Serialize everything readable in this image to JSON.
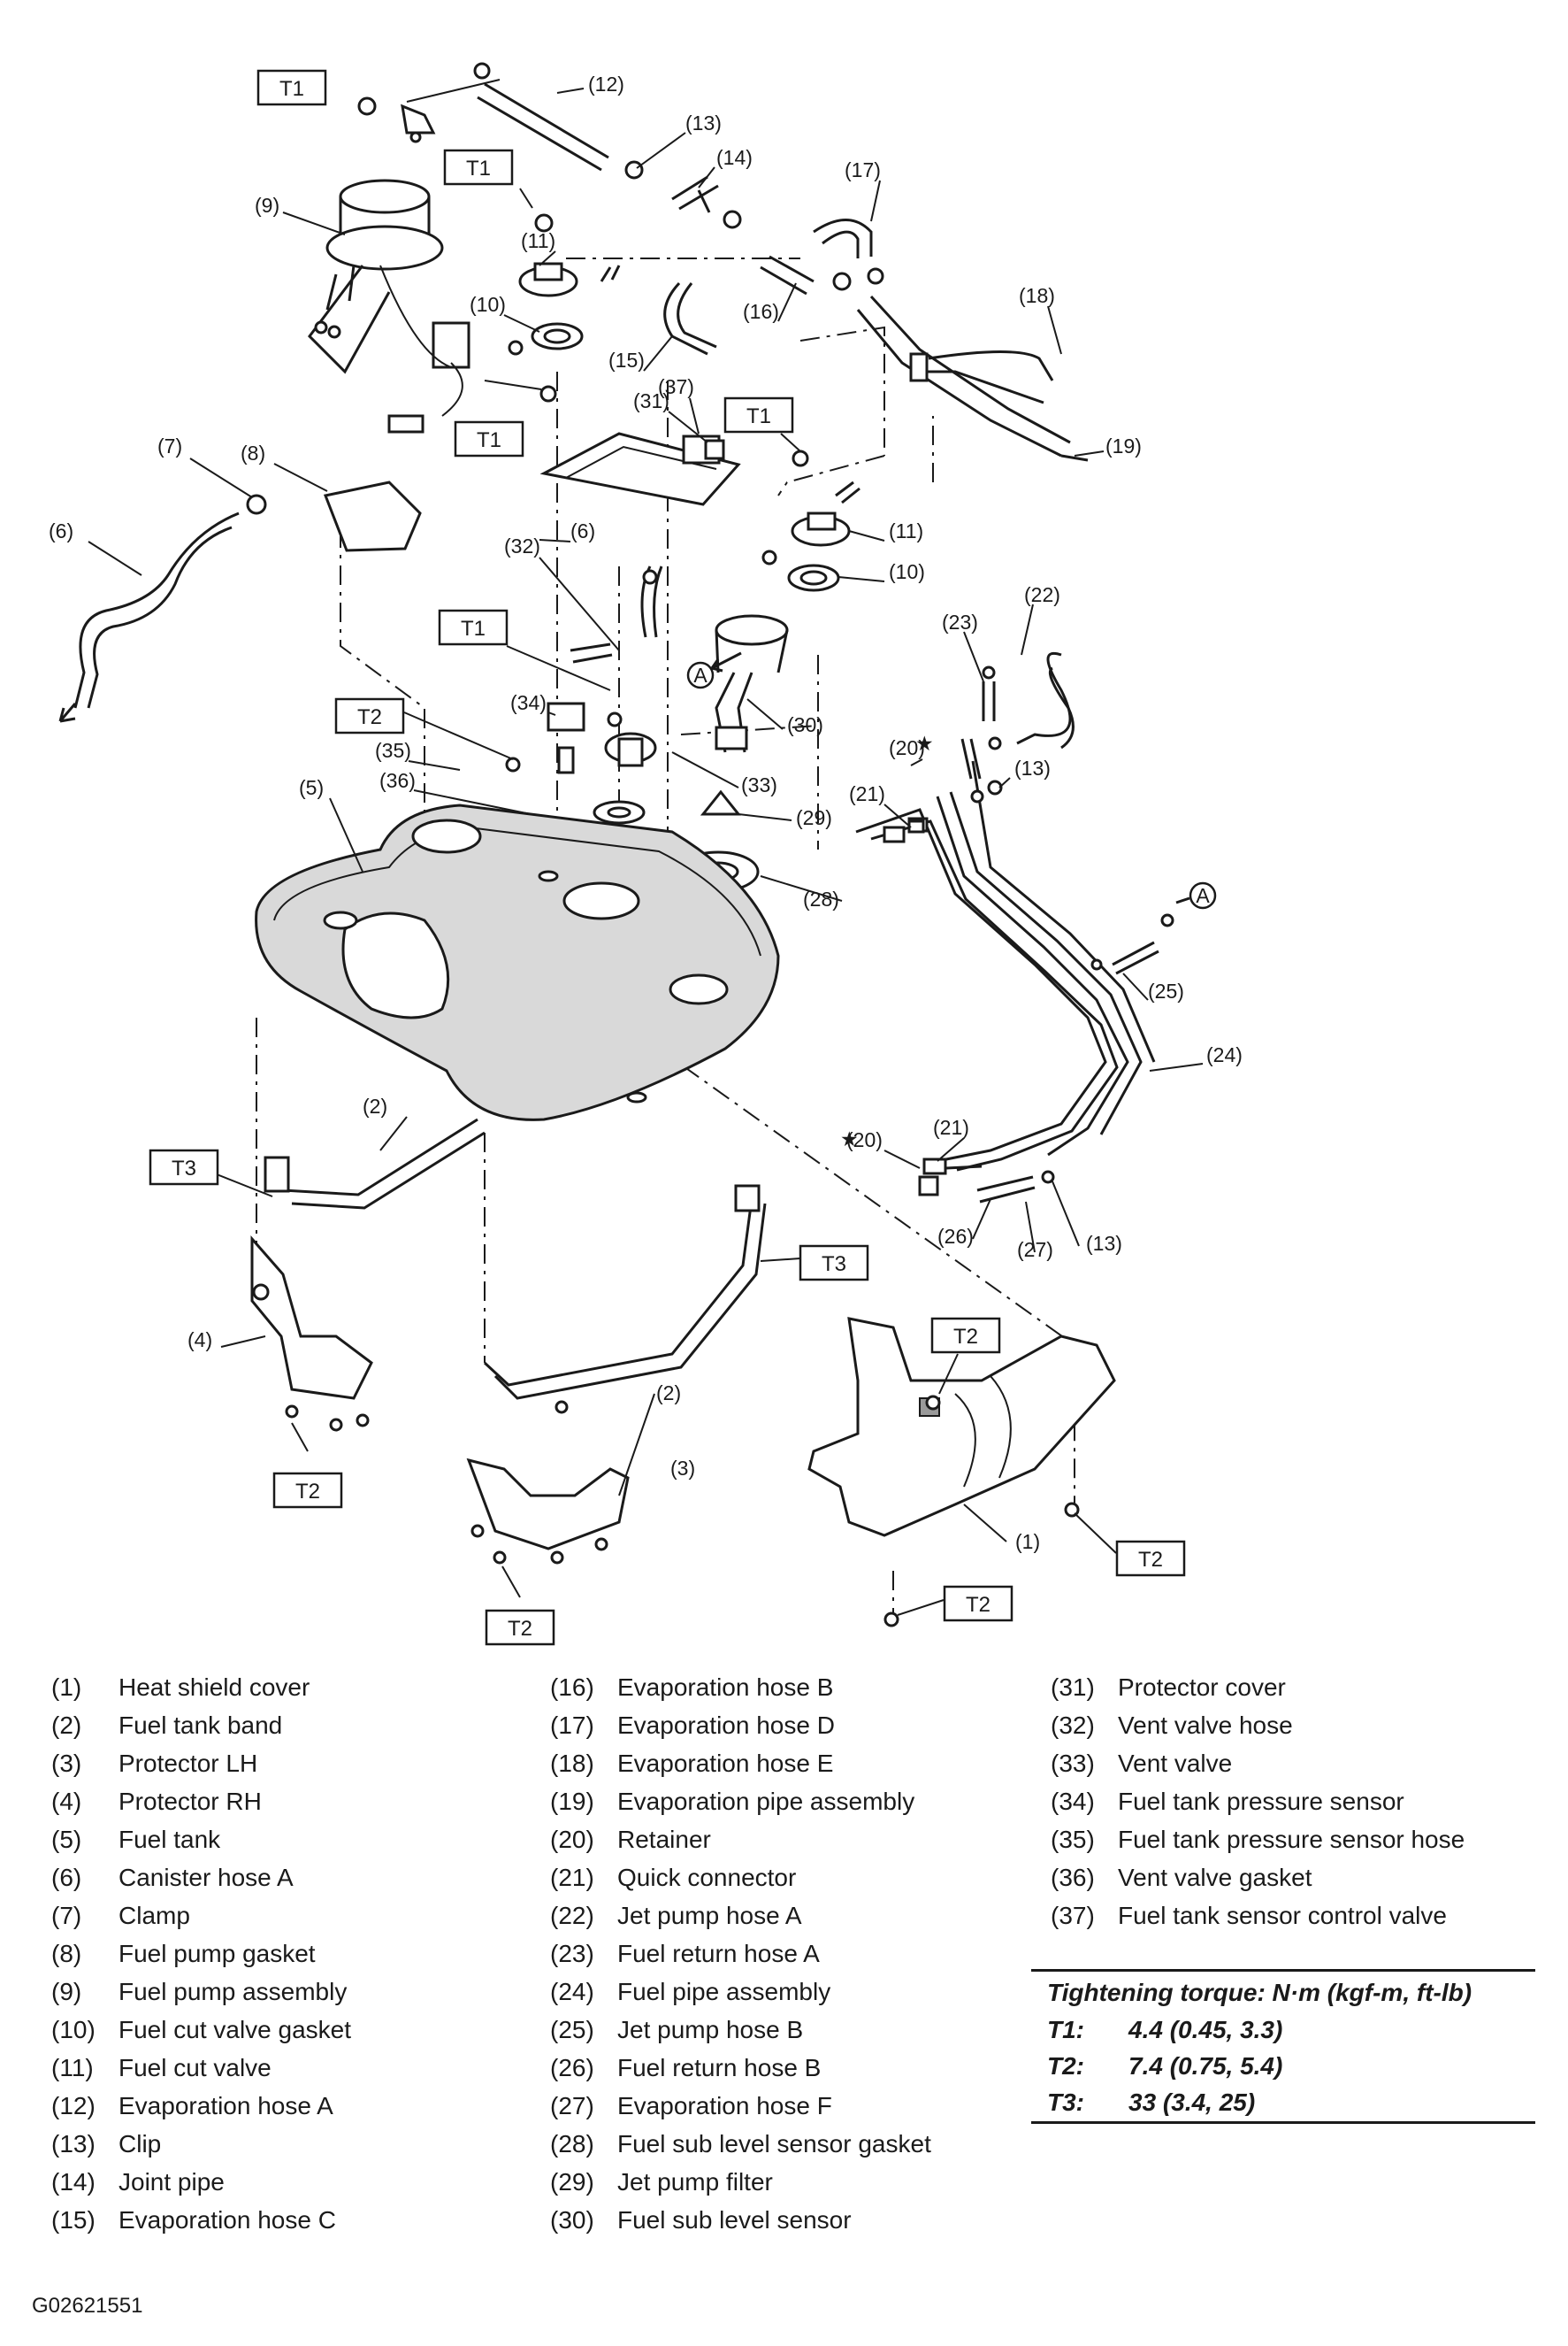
{
  "diagram": {
    "callouts": [
      "(1)",
      "(2)",
      "(2)",
      "(3)",
      "(4)",
      "(5)",
      "(6)",
      "(6)",
      "(7)",
      "(8)",
      "(9)",
      "(10)",
      "(10)",
      "(11)",
      "(11)",
      "(12)",
      "(13)",
      "(13)",
      "(13)",
      "(14)",
      "(15)",
      "(16)",
      "(17)",
      "(18)",
      "(19)",
      "(20)",
      "(20)",
      "(21)",
      "(21)",
      "(22)",
      "(23)",
      "(24)",
      "(25)",
      "(26)",
      "(27)",
      "(28)",
      "(29)",
      "(30)",
      "(31)",
      "(32)",
      "(33)",
      "(34)",
      "(35)",
      "(36)",
      "(37)"
    ],
    "torque_boxes": [
      "T1",
      "T1",
      "T1",
      "T1",
      "T1",
      "T2",
      "T2",
      "T2",
      "T2",
      "T2",
      "T2",
      "T3",
      "T3"
    ],
    "markers": [
      "A",
      "A"
    ],
    "star": "★"
  },
  "legend": {
    "column1": [
      {
        "num": "(1)",
        "name": "Heat shield cover"
      },
      {
        "num": "(2)",
        "name": "Fuel tank band"
      },
      {
        "num": "(3)",
        "name": "Protector LH"
      },
      {
        "num": "(4)",
        "name": "Protector RH"
      },
      {
        "num": "(5)",
        "name": "Fuel tank"
      },
      {
        "num": "(6)",
        "name": "Canister hose A"
      },
      {
        "num": "(7)",
        "name": "Clamp"
      },
      {
        "num": "(8)",
        "name": "Fuel pump gasket"
      },
      {
        "num": "(9)",
        "name": "Fuel pump assembly"
      },
      {
        "num": "(10)",
        "name": "Fuel cut valve gasket"
      },
      {
        "num": "(11)",
        "name": "Fuel cut valve"
      },
      {
        "num": "(12)",
        "name": "Evaporation hose A"
      },
      {
        "num": "(13)",
        "name": "Clip"
      },
      {
        "num": "(14)",
        "name": "Joint pipe"
      },
      {
        "num": "(15)",
        "name": "Evaporation hose C"
      }
    ],
    "column2": [
      {
        "num": "(16)",
        "name": "Evaporation hose B"
      },
      {
        "num": "(17)",
        "name": "Evaporation hose D"
      },
      {
        "num": "(18)",
        "name": "Evaporation hose E"
      },
      {
        "num": "(19)",
        "name": "Evaporation pipe assembly"
      },
      {
        "num": "(20)",
        "name": "Retainer"
      },
      {
        "num": "(21)",
        "name": "Quick connector"
      },
      {
        "num": "(22)",
        "name": "Jet pump hose A"
      },
      {
        "num": "(23)",
        "name": "Fuel return hose A"
      },
      {
        "num": "(24)",
        "name": "Fuel pipe assembly"
      },
      {
        "num": "(25)",
        "name": "Jet pump hose B"
      },
      {
        "num": "(26)",
        "name": "Fuel return hose B"
      },
      {
        "num": "(27)",
        "name": "Evaporation hose F"
      },
      {
        "num": "(28)",
        "name": "Fuel sub level sensor gasket"
      },
      {
        "num": "(29)",
        "name": "Jet pump filter"
      },
      {
        "num": "(30)",
        "name": "Fuel sub level sensor"
      }
    ],
    "column3": [
      {
        "num": "(31)",
        "name": "Protector cover"
      },
      {
        "num": "(32)",
        "name": "Vent valve hose"
      },
      {
        "num": "(33)",
        "name": "Vent valve"
      },
      {
        "num": "(34)",
        "name": "Fuel tank pressure sensor"
      },
      {
        "num": "(35)",
        "name": "Fuel tank pressure sensor hose"
      },
      {
        "num": "(36)",
        "name": "Vent valve gasket"
      },
      {
        "num": "(37)",
        "name": "Fuel tank sensor control valve"
      }
    ]
  },
  "torque": {
    "title": "Tightening torque: N·m (kgf-m, ft-lb)",
    "rows": [
      {
        "key": "T1:",
        "value": "4.4 (0.45, 3.3)"
      },
      {
        "key": "T2:",
        "value": "7.4 (0.75, 5.4)"
      },
      {
        "key": "T3:",
        "value": "33 (3.4, 25)"
      }
    ]
  },
  "figure_id": "G02621551"
}
